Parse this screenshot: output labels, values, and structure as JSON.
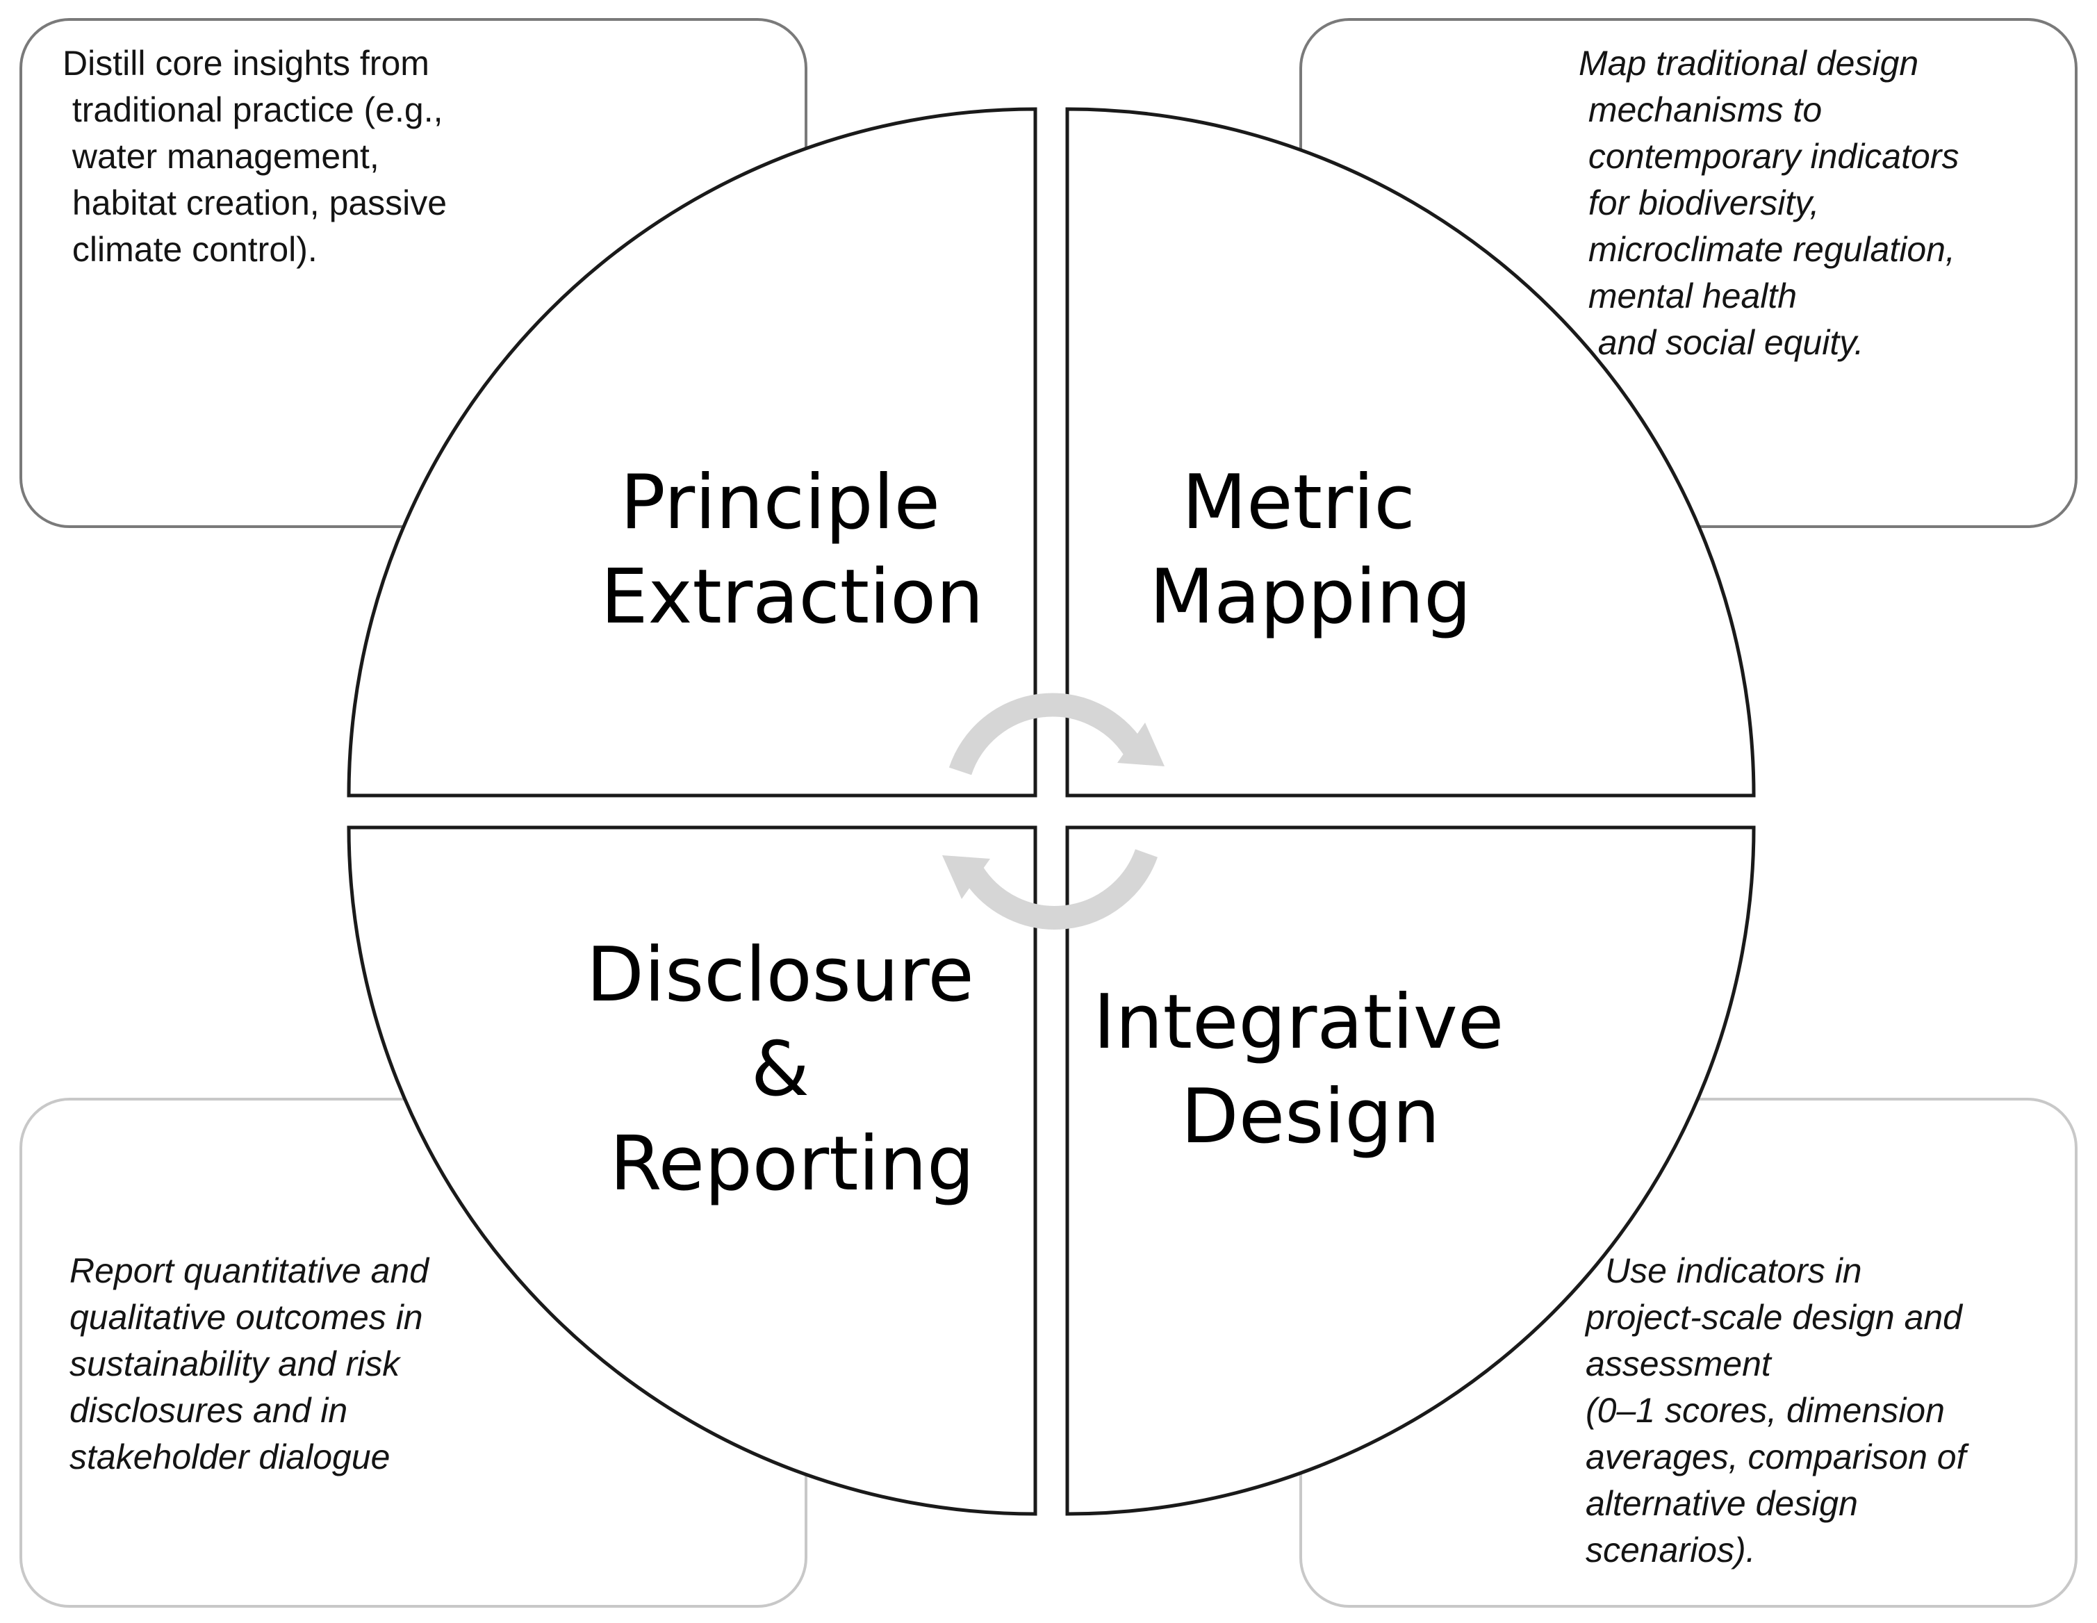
{
  "colors": {
    "stroke": "#1a1a1a",
    "box_border_dark": "#7a7a7a",
    "box_border_light": "#c8c8c8",
    "cycle_arrows": "#d6d6d6",
    "text": "#141414",
    "background": "#ffffff"
  },
  "quadrants": {
    "top_left": {
      "title_lines": [
        "Principle",
        "Extraction"
      ]
    },
    "top_right": {
      "title_lines": [
        "Metric",
        "Mapping"
      ]
    },
    "bottom_left": {
      "title_lines": [
        "Disclosure",
        "&",
        "Reporting"
      ]
    },
    "bottom_right": {
      "title_lines": [
        "Integrative",
        "Design"
      ]
    }
  },
  "boxes": {
    "top_left": {
      "style": "normal",
      "lines": [
        "Distill core insights from",
        " traditional practice (e.g.,",
        " water management,",
        " habitat creation, passive",
        " climate control)."
      ]
    },
    "top_right": {
      "style": "italic",
      "lines": [
        "Map traditional design",
        " mechanisms to",
        " contemporary indicators",
        " for biodiversity,",
        " microclimate regulation,",
        " mental health",
        "  and social equity."
      ]
    },
    "bottom_left": {
      "style": "italic",
      "lines": [
        "Report quantitative and",
        "qualitative outcomes in",
        "sustainability and risk",
        "disclosures and in",
        "stakeholder dialogue"
      ]
    },
    "bottom_right": {
      "style": "italic",
      "lines": [
        "Use indicators in",
        "project-scale design and",
        "assessment",
        "(0–1 scores, dimension",
        "averages, comparison of",
        "alternative design",
        "scenarios)."
      ]
    }
  },
  "icons": {
    "cycle": "circular-arrows-icon"
  }
}
